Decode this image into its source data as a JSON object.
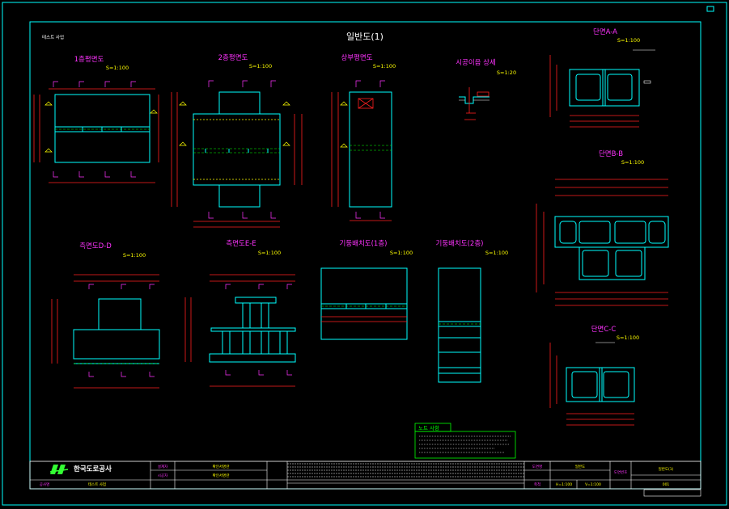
{
  "sheet": {
    "main_title": "일반도(1)",
    "project_label": "테스트 사업"
  },
  "views": [
    {
      "id": "plan1",
      "title": "1층평면도",
      "scale": "S=1:100"
    },
    {
      "id": "plan2",
      "title": "2층평면도",
      "scale": "S=1:100"
    },
    {
      "id": "roof",
      "title": "상부평면도",
      "scale": "S=1:100"
    },
    {
      "id": "joint",
      "title": "시공이음 상세",
      "scale": "S=1:20"
    },
    {
      "id": "secAA",
      "title": "단면A-A",
      "scale": "S=1:100"
    },
    {
      "id": "secBB",
      "title": "단면B-B",
      "scale": "S=1:100"
    },
    {
      "id": "secCC",
      "title": "단면C-C",
      "scale": "S=1:100"
    },
    {
      "id": "secDD",
      "title": "측면도D-D",
      "scale": "S=1:100"
    },
    {
      "id": "secEE",
      "title": "측면도E-E",
      "scale": "S=1:100"
    },
    {
      "id": "col1",
      "title": "기둥배치도(1층)",
      "scale": "S=1:100"
    },
    {
      "id": "col2",
      "title": "기둥배치도(2층)",
      "scale": "S=1:100"
    }
  ],
  "notes": {
    "title": "노트 사항"
  },
  "title_block": {
    "company": "한국도로공사",
    "rows": [
      {
        "label": "설계자",
        "value": "확인서명란"
      },
      {
        "label": "시공자",
        "value": "확인서명란"
      }
    ],
    "project_name_label": "공사명",
    "project_name": "테스트 사업",
    "drawing_title_label": "도면명",
    "drawing_title": "일반도",
    "scale_label": "축척",
    "scale_h": "H=1:100",
    "scale_v": "V=1:100",
    "drawing_no_label": "도면번호",
    "drawing_no": "001",
    "sheet_label": "일반도(1)"
  },
  "colors": {
    "frame": "#00ffff",
    "title": "#ff33ff",
    "scale": "#ffff00",
    "dimension": "#ff2020",
    "hidden": "#00ff00"
  }
}
